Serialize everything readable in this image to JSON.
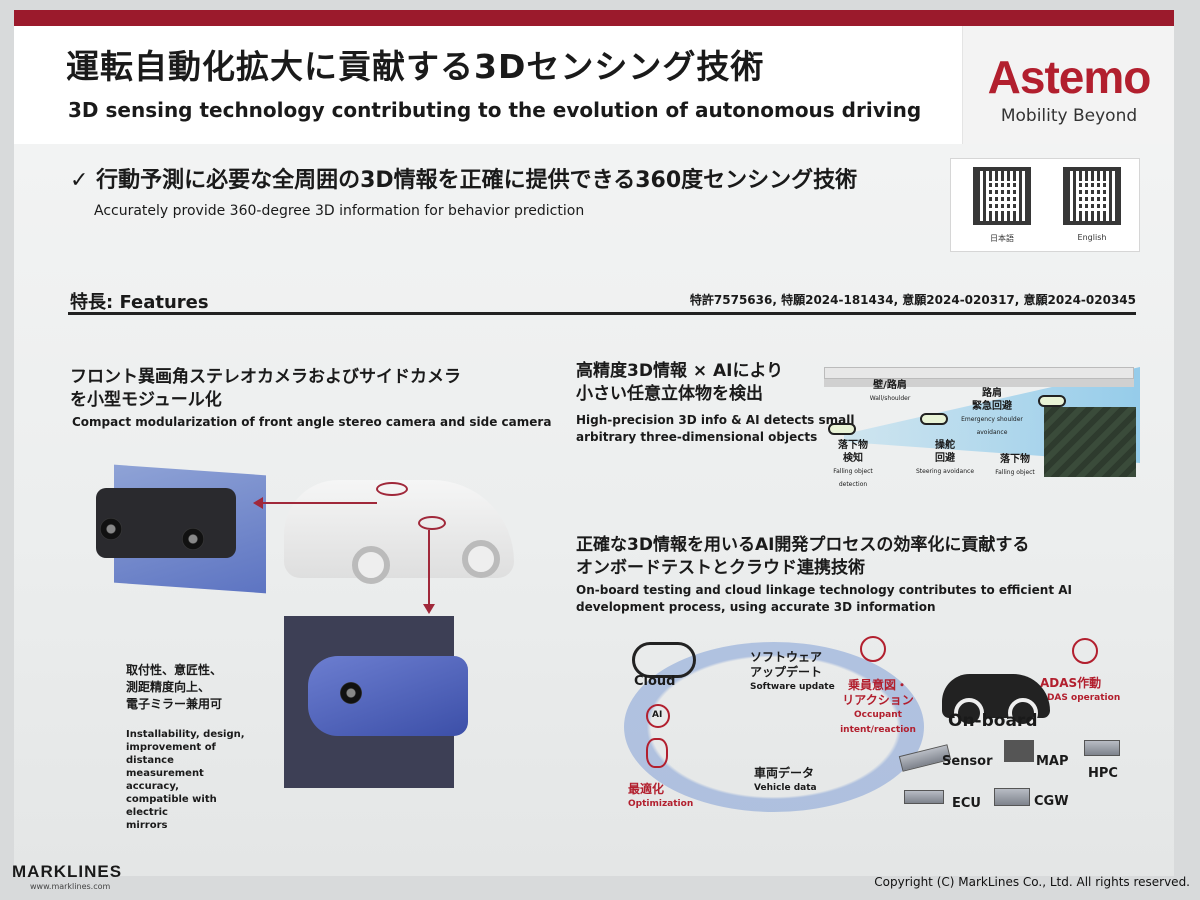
{
  "header": {
    "title_jp": "運転自動化拡大に貢献する3Dセンシング技術",
    "title_en": "3D sensing technology contributing to the evolution of autonomous driving",
    "logo": "Astemo",
    "tagline": "Mobility Beyond"
  },
  "summary": {
    "check": "✓",
    "jp": "行動予測に必要な全周囲の3D情報を正確に提供できる360度センシング技術",
    "en": "Accurately provide 360-degree 3D information for behavior prediction"
  },
  "qr": [
    {
      "label": "日本語"
    },
    {
      "label": "English"
    }
  ],
  "features": {
    "title": "特長: Features",
    "patents": "特許7575636, 特願2024-181434, 意願2024-020317, 意願2024-020345"
  },
  "section1": {
    "jp_line1": "フロント異画角ステレオカメラおよびサイドカメラ",
    "jp_line2": "を小型モジュール化",
    "en": "Compact modularization of front angle stereo camera and side camera",
    "note_jp": [
      "取付性、意匠性、",
      "測距精度向上、",
      "電子ミラー兼用可"
    ],
    "note_en": [
      "Installability, design,",
      "improvement of distance",
      "measurement accuracy,",
      "compatible with electric",
      "mirrors"
    ]
  },
  "section2": {
    "jp_line1": "高精度3D情報 × AIにより",
    "jp_line2": "小さい任意立体物を検出",
    "en_line1": "High-precision 3D info & AI detects small",
    "en_line2": "arbitrary three-dimensional objects",
    "labels": {
      "wall_jp": "壁/路肩",
      "wall_en": "Wall/shoulder",
      "emergency_jp1": "路肩",
      "emergency_jp2": "緊急回避",
      "emergency_en": "Emergency shoulder avoidance",
      "detect_jp1": "落下物",
      "detect_jp2": "検知",
      "detect_en": "Falling object detection",
      "steer_jp1": "操舵",
      "steer_jp2": "回避",
      "steer_en": "Steering avoidance",
      "falling_jp": "落下物",
      "falling_en": "Falling object"
    }
  },
  "section3": {
    "jp_line1": "正確な3D情報を用いるAI開発プロセスの効率化に貢献する",
    "jp_line2": "オンボードテストとクラウド連携技術",
    "en_line1": "On-board testing and cloud linkage technology contributes to efficient AI",
    "en_line2": "development process, using accurate 3D information",
    "cloud": "Cloud",
    "sw_jp1": "ソフトウェア",
    "sw_jp2": "アップデート",
    "sw_en": "Software update",
    "occ_jp1": "乗員意図・",
    "occ_jp2": "リアクション",
    "occ_en": "Occupant intent/reaction",
    "adas_jp": "ADAS作動",
    "adas_en": "ADAS operation",
    "onboard": "On-board",
    "vd_jp": "車両データ",
    "vd_en": "Vehicle data",
    "opt_jp": "最適化",
    "opt_en": "Optimization",
    "ai": "AI",
    "sensor": "Sensor",
    "map": "MAP",
    "hpc": "HPC",
    "ecu": "ECU",
    "cgw": "CGW"
  },
  "footer": {
    "logo": "MARKLINES",
    "url": "www.marklines.com",
    "copyright": "Copyright (C) MarkLines Co., Ltd. All rights reserved."
  },
  "colors": {
    "brand": "#b21f2e",
    "topbar": "#9b1a2c",
    "accent_blue": "#6c7ed0"
  }
}
